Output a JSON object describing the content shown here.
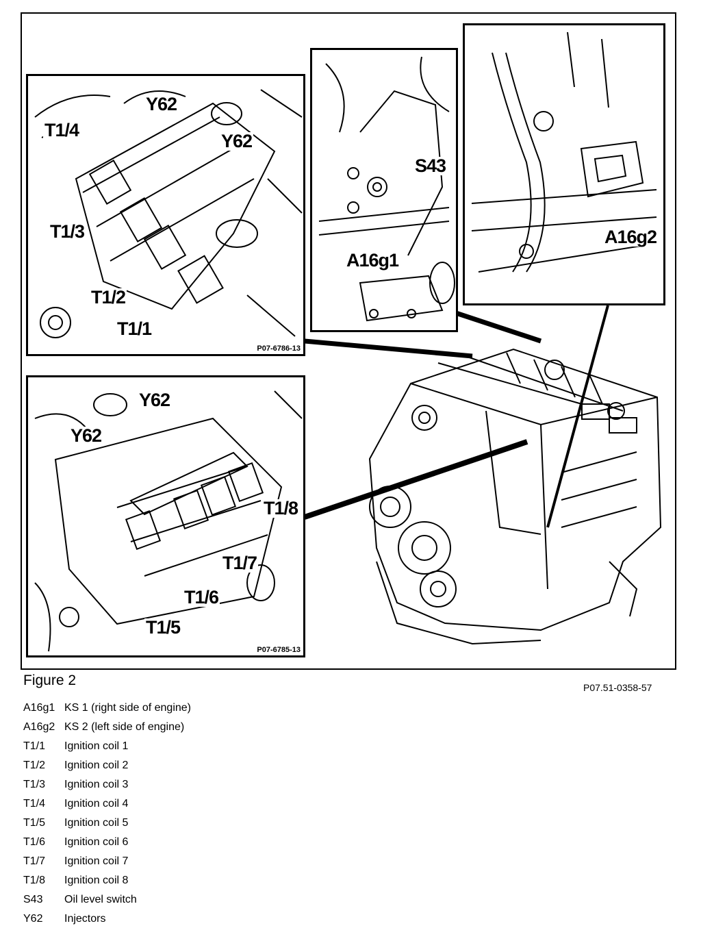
{
  "figure": {
    "title": "Figure 2",
    "reference": "P07.51-0358-57"
  },
  "insets": {
    "top_left": {
      "code": "P07-6786-13",
      "labels": [
        "T1/4",
        "Y62",
        "Y62",
        "T1/3",
        "T1/2",
        "T1/1"
      ]
    },
    "top_middle": {
      "labels": [
        "S43",
        "A16g1"
      ]
    },
    "top_right": {
      "labels": [
        "A16g2"
      ]
    },
    "bottom_left": {
      "code": "P07-6785-13",
      "labels": [
        "Y62",
        "Y62",
        "T1/8",
        "T1/7",
        "T1/6",
        "T1/5"
      ]
    }
  },
  "legend": [
    {
      "code": "A16g1",
      "desc": "KS 1 (right side of engine)"
    },
    {
      "code": "A16g2",
      "desc": "KS 2 (left side of engine)"
    },
    {
      "code": "T1/1",
      "desc": "Ignition coil 1"
    },
    {
      "code": "T1/2",
      "desc": "Ignition coil 2"
    },
    {
      "code": "T1/3",
      "desc": "Ignition coil 3"
    },
    {
      "code": "T1/4",
      "desc": "Ignition coil 4"
    },
    {
      "code": "T1/5",
      "desc": "Ignition coil 5"
    },
    {
      "code": "T1/6",
      "desc": "Ignition coil 6"
    },
    {
      "code": "T1/7",
      "desc": "Ignition coil 7"
    },
    {
      "code": "T1/8",
      "desc": "Ignition coil 8"
    },
    {
      "code": "S43",
      "desc": "Oil level switch"
    },
    {
      "code": "Y62",
      "desc": "Injectors"
    }
  ]
}
